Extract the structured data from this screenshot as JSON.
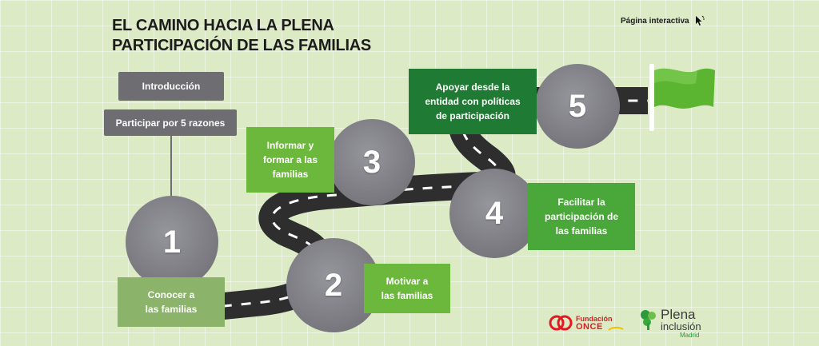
{
  "title": {
    "line1": "EL CAMINO HACIA LA PLENA",
    "line2": "PARTICIPACIÓN DE LAS FAMILIAS"
  },
  "interactive_label": "Página interactiva",
  "nav": {
    "intro": "Introducción",
    "reasons": "Participar por 5 razones"
  },
  "steps": [
    {
      "number": "1",
      "lines": [
        "Conocer a",
        "las familias"
      ]
    },
    {
      "number": "2",
      "lines": [
        "Motivar a",
        "las familias"
      ]
    },
    {
      "number": "3",
      "lines": [
        "Informar y",
        "formar a las",
        "familias"
      ]
    },
    {
      "number": "4",
      "lines": [
        "Facilitar la",
        "participación de",
        "las familias"
      ]
    },
    {
      "number": "5",
      "lines": [
        "Apoyar desde la",
        "entidad con políticas",
        "de participación"
      ]
    }
  ],
  "logos": {
    "once": {
      "line1": "Fundación",
      "line2": "ONCE"
    },
    "plena": {
      "line1": "Plena",
      "line2": "inclusión",
      "line3": "Madrid"
    }
  },
  "colors": {
    "background": "#dcebc6",
    "road": "#2e2e2e",
    "circle": "#7c7c82",
    "flag": "#5cb531",
    "once_red": "#e11a22",
    "plena_green": "#2a9a3a"
  },
  "icons": {
    "cursor": "cursor-icon",
    "flag": "flag-icon"
  }
}
